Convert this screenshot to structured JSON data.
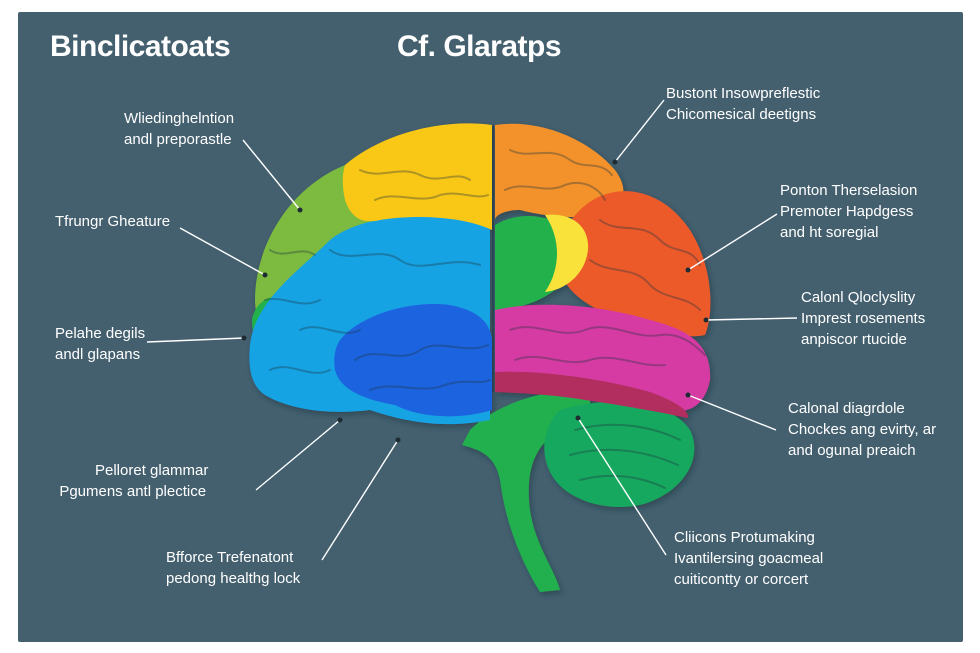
{
  "titles": {
    "left": "Binclicatoats",
    "center": "Cf. Glaratps"
  },
  "labels": {
    "l1": [
      "Wliedinghelntion",
      "andl preporastle"
    ],
    "l2": [
      "Tfrungr Gheature"
    ],
    "l3": [
      "Pelahe degils",
      "andl glapans"
    ],
    "l4": [
      "Pelloret glammar",
      "Pgumens antl plectice"
    ],
    "l5": [
      "Bfforce Trefenatont",
      "pedong healthg lock"
    ],
    "r1": [
      "Bustont Insowpreflestic",
      "Chicomesical deetigns"
    ],
    "r2": [
      "Ponton Therselasion",
      "Premoter Hapdgess",
      "and ht soregial"
    ],
    "r3": [
      "Calonl Qloclyslity",
      "Imprest rosements",
      "anpiscor rtucide"
    ],
    "r4": [
      "Calonal diagrdole",
      "Chockes ang evirty, ar",
      "and ogunal preaich"
    ],
    "r5": [
      "Cliicons Protumaking",
      "Ivantilersing goacmeal",
      "cuiticontty or corcert"
    ]
  },
  "colors": {
    "background": "#44606f",
    "frontal": "#f9c712",
    "parietal_right": "#f3922b",
    "occipital_right": "#ec5a2a",
    "temporal_right": "#d63aa3",
    "frontal_left_green": "#7cba40",
    "blue_light": "#19a3e4",
    "blue_dark": "#1f63df",
    "cerebellum": "#19a85f",
    "brainstem": "#21b04f"
  },
  "icons": [
    "brain-illustration"
  ]
}
